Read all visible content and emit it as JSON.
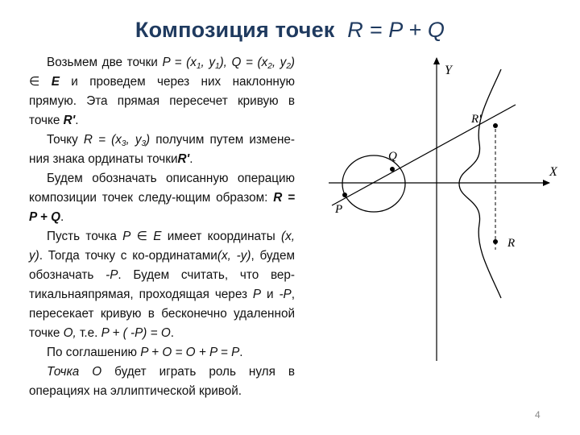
{
  "slide": {
    "title_text": "Композиция точек",
    "title_formula": "R = P + Q",
    "page_number": "4"
  },
  "text": {
    "p1": {
      "a": "Возьмем две точки ",
      "formula_P": "P = (x",
      "sub1": "1",
      "comma_y": ", y",
      "sub2": "1",
      "close1": "), ",
      "formula_Q": "Q = (x",
      "sub3": "2",
      "comma_y2": ", y",
      "sub4": "2",
      "close2": ") ",
      "in_symbol": "∈",
      "E": " E",
      "b": " и проведем через них наклонную прямую. Эта прямая пересечет кривую в точке ",
      "Rprime": "R'",
      "end": "."
    },
    "p2": {
      "a": "Точку ",
      "formula": "R = (x",
      "sub1": "3",
      "comma_y": ", y",
      "sub2": "3",
      "close": ")",
      "b": " получим путем измене-ния знака ординаты точки",
      "Rprime": "R'",
      "end": "."
    },
    "p3": {
      "a": "Будем обозначать описанную операцию композиции точек следу-ющим образом: ",
      "formula": "R = P + Q",
      "end": "."
    },
    "p4": {
      "a": "Пусть точка ",
      "P": "P",
      "in_symbol": "∈",
      "E": "E",
      "b": " имеет координаты ",
      "xy": "(x, y)",
      "c": ". Тогда точку с ко-ординатами",
      "xmy": "(x, -y)",
      "d": ", будем обозначать ",
      "mP": "-P",
      "e": ". Будем считать, что вер-тикальнаяпрямая, проходящая через ",
      "P2": "P",
      "f": " и ",
      "mP2": "-P",
      "g": ", пересекает кривую в бесконечно удаленной точке ",
      "O": "O,",
      "h": " т.е. ",
      "eq": "P + ( -P) = O",
      "end": "."
    },
    "p5": {
      "a": "По соглашению ",
      "eq": "P + O = O + P = P",
      "end": "."
    },
    "p6": {
      "a": "Точка ",
      "O": "O",
      "b": " будет играть роль нуля в операциях на эллиптической кривой."
    }
  },
  "graph": {
    "labels": {
      "y_axis": "Y",
      "x_axis": "X",
      "point_P": "P",
      "point_Q": "Q",
      "point_R_prime": "R'",
      "point_R": "R"
    }
  }
}
